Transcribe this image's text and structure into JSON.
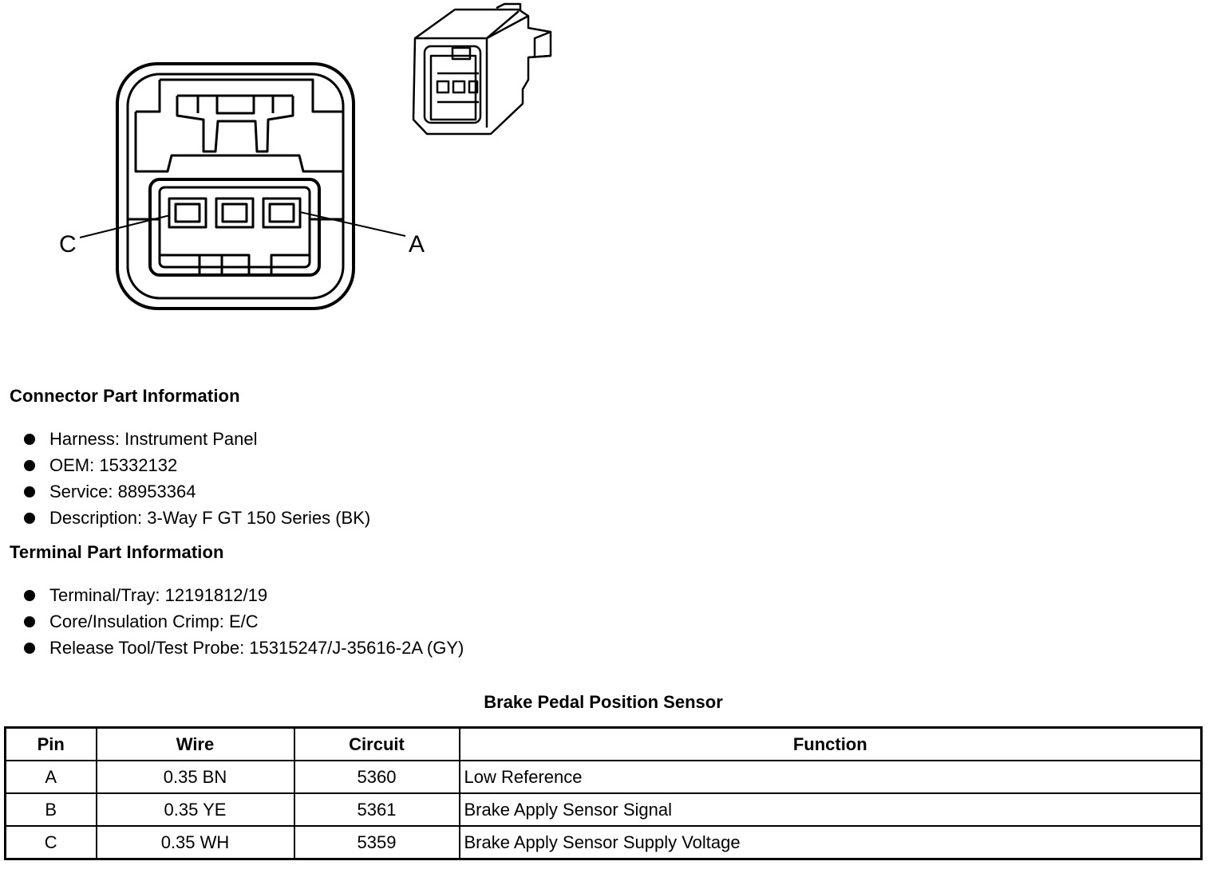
{
  "diagram": {
    "pin_labels": {
      "left": "C",
      "right": "A"
    }
  },
  "connector_info": {
    "heading": "Connector Part Information",
    "items": [
      "Harness: Instrument Panel",
      "OEM: 15332132",
      "Service: 88953364",
      "Description: 3-Way F GT 150 Series (BK)"
    ]
  },
  "terminal_info": {
    "heading": "Terminal Part Information",
    "items": [
      "Terminal/Tray: 12191812/19",
      "Core/Insulation Crimp: E/C",
      "Release Tool/Test Probe: 15315247/J-35616-2A (GY)"
    ]
  },
  "pin_table": {
    "title": "Brake Pedal Position Sensor",
    "headers": [
      "Pin",
      "Wire",
      "Circuit",
      "Function"
    ],
    "rows": [
      [
        "A",
        "0.35 BN",
        "5360",
        "Low Reference"
      ],
      [
        "B",
        "0.35 YE",
        "5361",
        "Brake Apply Sensor Signal"
      ],
      [
        "C",
        "0.35 WH",
        "5359",
        "Brake Apply Sensor Supply Voltage"
      ]
    ]
  }
}
